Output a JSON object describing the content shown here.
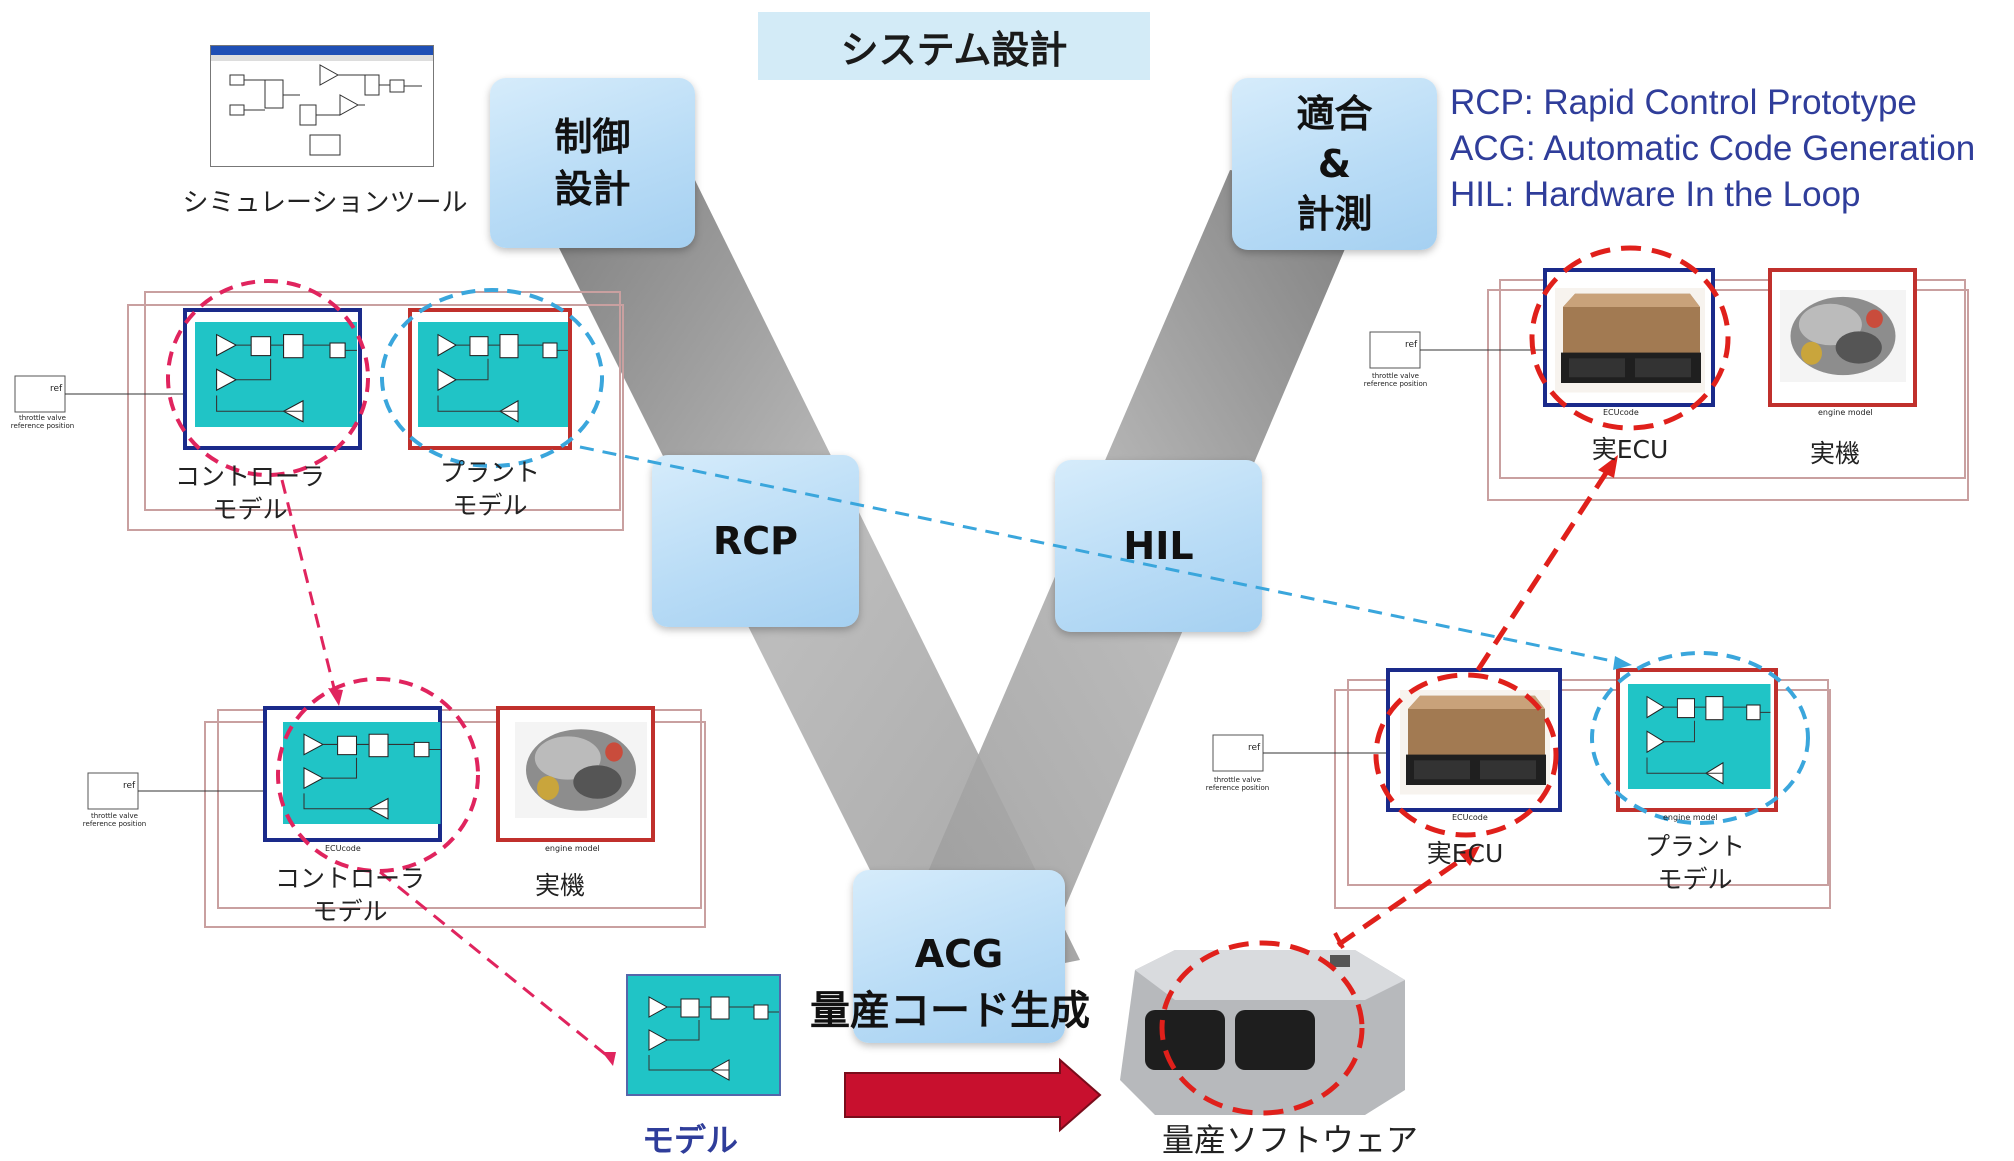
{
  "title": "システム設計",
  "boxes": {
    "control_design": "制御\n設計",
    "calibration": "適合\n&\n計測",
    "rcp": "RCP",
    "hil": "HIL",
    "acg": "ACG"
  },
  "acg_caption": "量産コード生成",
  "legend": [
    "RCP: Rapid Control Prototype",
    "ACG: Automatic Code Generation",
    "HIL: Hardware In the Loop"
  ],
  "sim_tool_label": "シミュレーションツール",
  "top_left": {
    "controller": "コントローラ\nモデル",
    "plant": "プラント\nモデル"
  },
  "mid_left": {
    "controller": "コントローラ\nモデル",
    "real": "実機"
  },
  "top_right": {
    "ecu": "実ECU",
    "real": "実機"
  },
  "mid_right": {
    "ecu": "実ECU",
    "plant": "プラント\nモデル"
  },
  "model_label": "モデル",
  "production_label": "量産ソフトウェア",
  "ref_text": "ref",
  "throttle_text": "throttle valve\nreference position",
  "ecucode_text": "ECUcode",
  "engine_model_text": "engine model",
  "colors": {
    "pink": "#e0245e",
    "cyan": "#3aa6dc",
    "red": "#e0201b",
    "v_gray": "#9a9a9a",
    "legend": "#2f3d9a"
  }
}
